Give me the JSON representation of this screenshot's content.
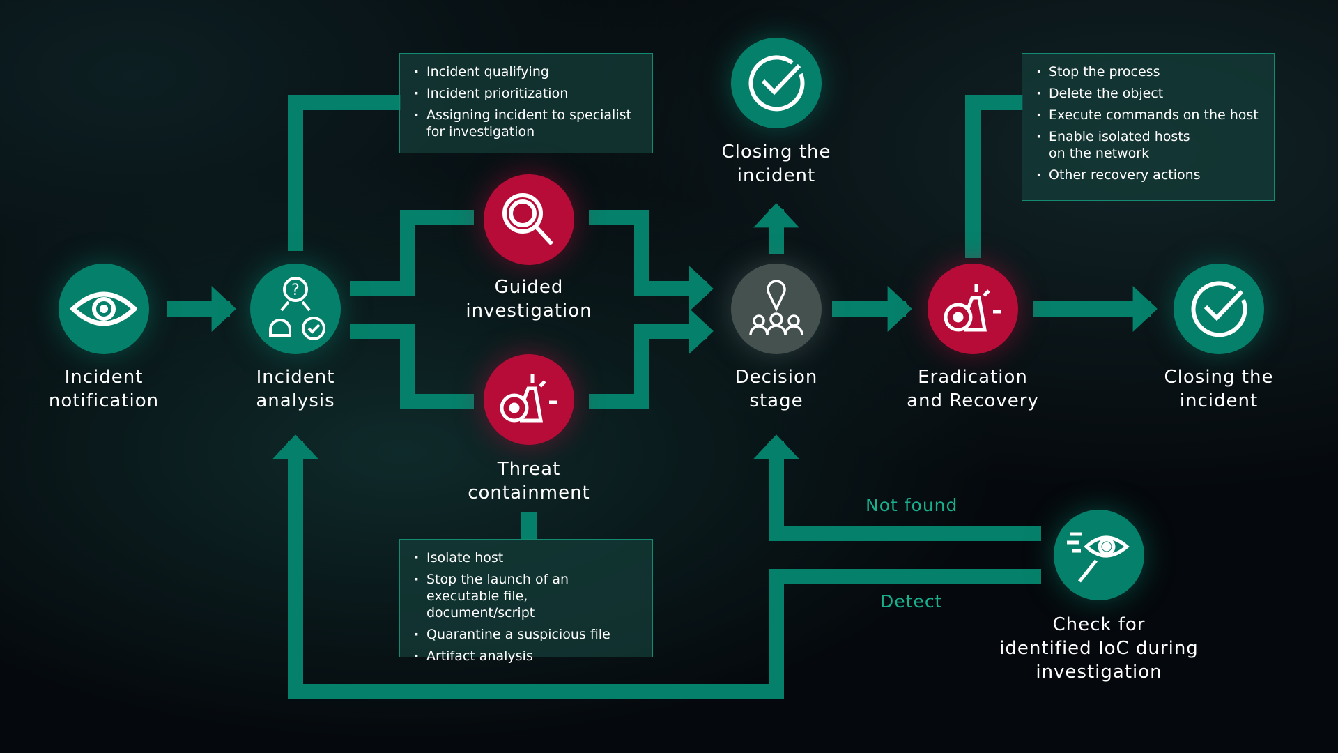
{
  "colors": {
    "connector": "#05806a",
    "green": "#05806a",
    "red": "#b80c38",
    "grey": "#44514f",
    "branch_text": "#19b08e"
  },
  "nodes": {
    "notification": {
      "label_1": "Incident",
      "label_2": "notification",
      "icon": "eye-icon"
    },
    "analysis": {
      "label_1": "Incident",
      "label_2": "analysis",
      "icon": "analysis-icon"
    },
    "guided": {
      "label_1": "Guided",
      "label_2": "investigation",
      "icon": "magnifier-icon"
    },
    "threat": {
      "label_1": "Threat",
      "label_2": "containment",
      "icon": "siren-icon"
    },
    "decision": {
      "label_1": "Decision",
      "label_2": "stage",
      "icon": "people-pin-icon"
    },
    "closing_top": {
      "label_1": "Closing the",
      "label_2": "incident",
      "icon": "check-circle-icon"
    },
    "eradication": {
      "label_1": "Eradication",
      "label_2": "and Recovery",
      "icon": "siren-icon"
    },
    "closing_right": {
      "label_1": "Closing the",
      "label_2": "incident",
      "icon": "check-circle-icon"
    },
    "ioc": {
      "label_1": "Check for",
      "label_2": "identified IoC during",
      "label_3": "investigation",
      "icon": "eye-search-icon"
    }
  },
  "boxes": {
    "analysis": [
      "Incident qualifying",
      "Incident prioritization",
      "Assigning incident to specialist for investigation"
    ],
    "recovery": [
      "Stop the process",
      "Delete the object",
      "Execute commands on the host",
      "Enable isolated hosts on the network",
      "Other recovery actions"
    ],
    "containment": [
      "Isolate host",
      "Stop the launch of an executable file, document/script",
      "Quarantine a suspicious file",
      "Artifact analysis"
    ]
  },
  "branches": {
    "not_found": "Not found",
    "detect": "Detect"
  }
}
